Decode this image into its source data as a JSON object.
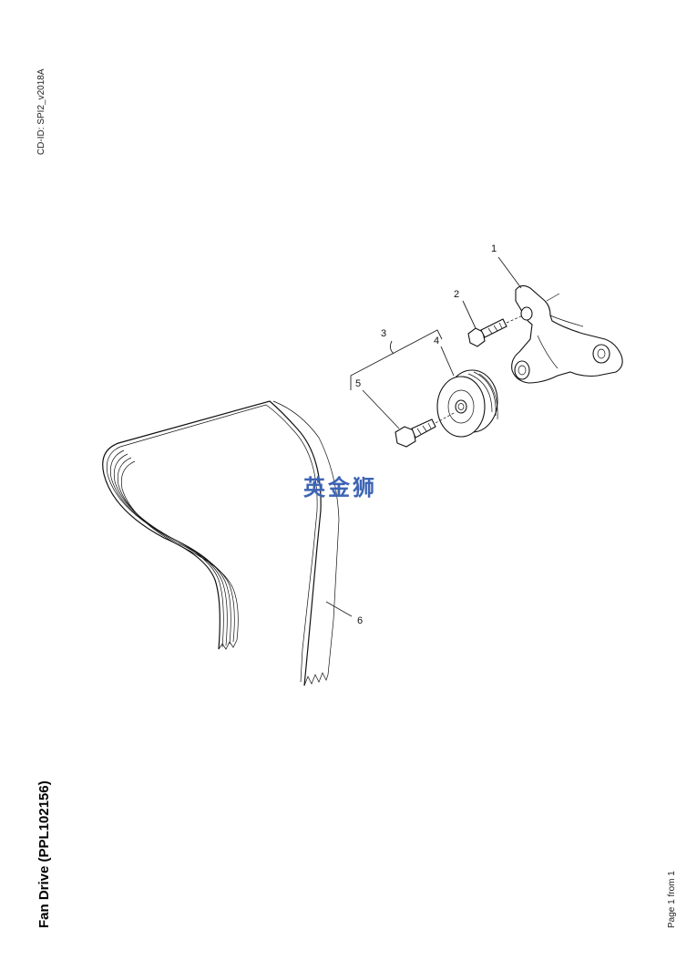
{
  "doc_id": "CD-ID: SPI2_v2018A",
  "title": "Fan Drive (PPL102156)",
  "page_label": "Page 1 from 1",
  "watermark_text": "英金狮",
  "watermark_color": "#3d64b4",
  "callouts": [
    "1",
    "2",
    "3",
    "4",
    "5",
    "6"
  ]
}
